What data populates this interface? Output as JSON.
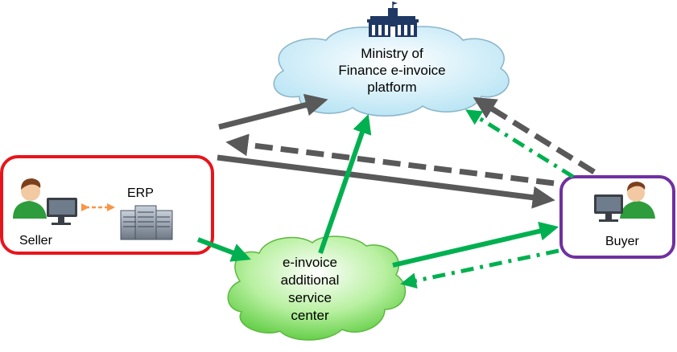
{
  "nodes": {
    "ministry": {
      "line1": "Ministry of",
      "line2": "Finance e-invoice",
      "line3": "platform"
    },
    "service_center": {
      "line1": "e-invoice",
      "line2": "additional",
      "line3": "service",
      "line4": "center"
    },
    "seller": {
      "label": "Seller",
      "system_label": "ERP"
    },
    "buyer": {
      "label": "Buyer"
    }
  },
  "colors": {
    "seller_border": "#e8141c",
    "buyer_border": "#7030a0",
    "gray_arrow": "#595959",
    "green_arrow": "#00b050",
    "erp_link": "#f79646",
    "ministry_cloud": "#c6e9f5",
    "service_cloud": "#8ee36b"
  },
  "icons": {
    "ministry": "government-building-icon",
    "seller": "person-at-computer-icon",
    "erp": "server-rack-icon",
    "buyer": "person-at-computer-icon"
  }
}
